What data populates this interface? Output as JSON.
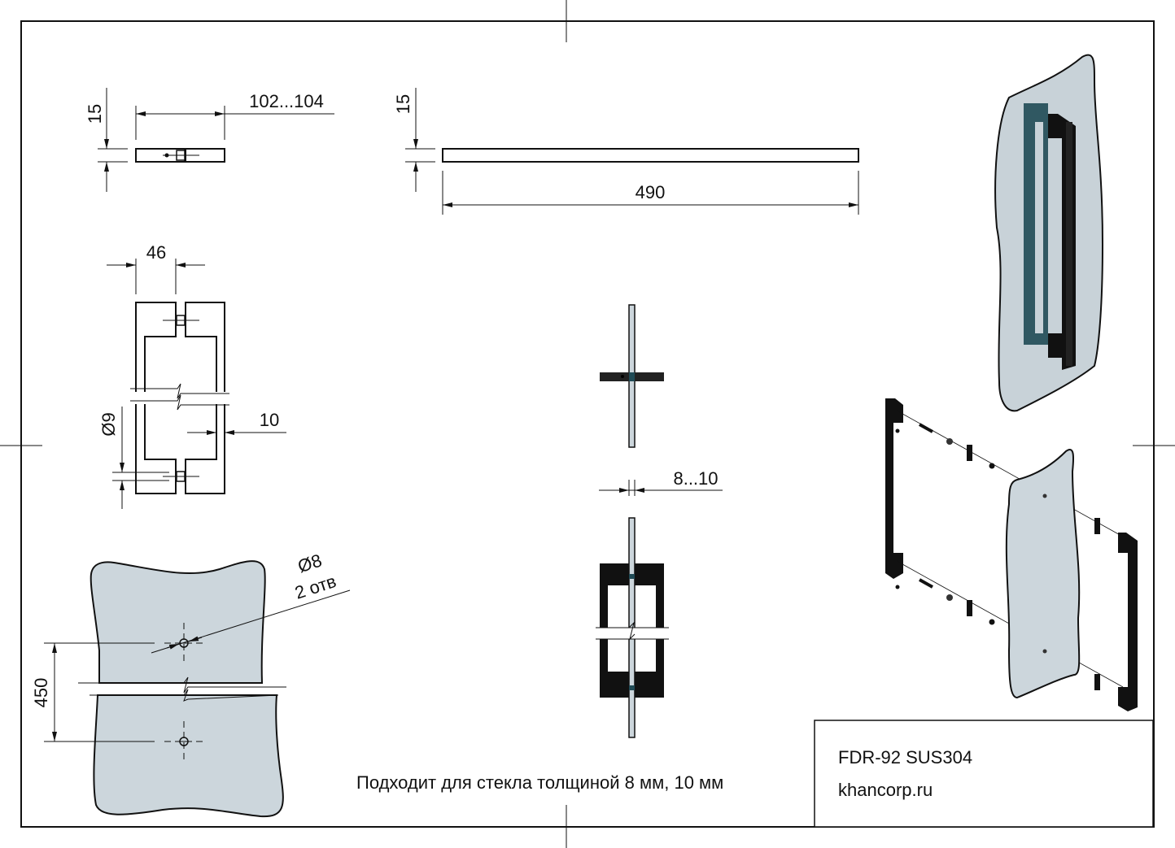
{
  "drawing": {
    "views": {
      "end_view": {
        "height_label": "15",
        "width_label": "102...104"
      },
      "side_view": {
        "height_label": "15",
        "length_label": "490"
      },
      "front_view": {
        "width_label": "46",
        "hole_label": "Ø9",
        "wall_label": "10"
      },
      "glass_view": {
        "hole_dia_label": "Ø8",
        "hole_count_label": "2 отв",
        "spacing_label": "450"
      },
      "section_view": {
        "glass_thickness_label": "8...10"
      }
    },
    "note": "Подходит для стекла толщиной 8 мм, 10 мм",
    "title_block": {
      "model": "FDR-92 SUS304",
      "website": "khancorp.ru"
    },
    "colors": {
      "glass": "#ccd6dc",
      "metal": "#111111",
      "glass_edge_tint": "#1f4a55"
    }
  }
}
